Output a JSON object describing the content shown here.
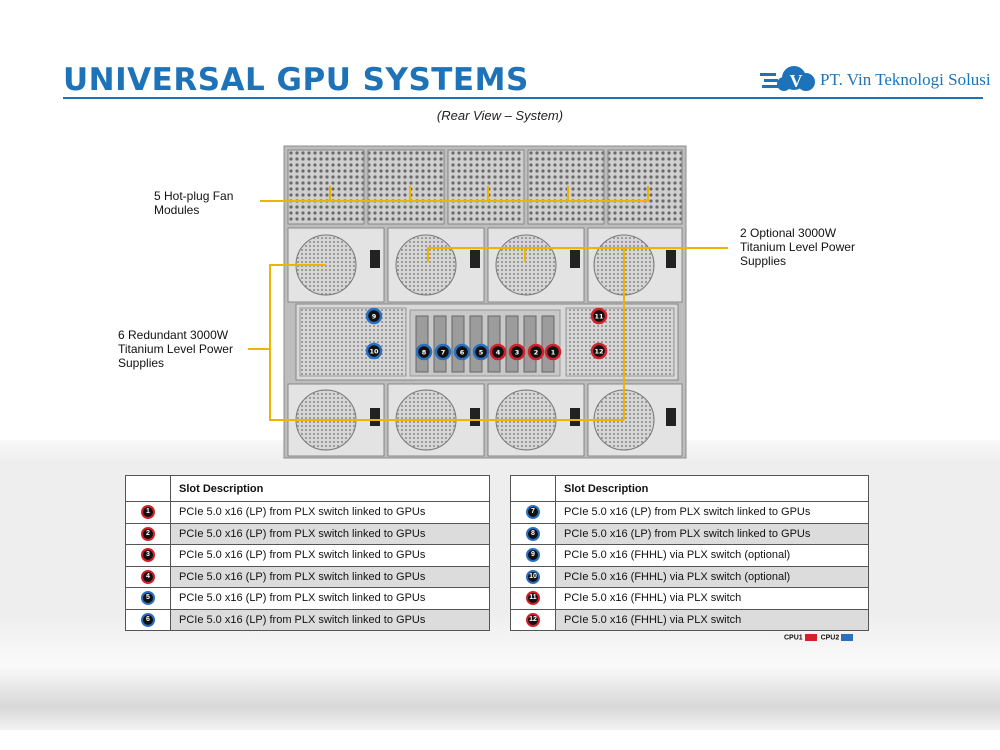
{
  "header": {
    "title": "UNIVERSAL GPU SYSTEMS",
    "company": "PT. Vin Teknologi Solusi",
    "subtitle": "(Rear View – System)"
  },
  "callouts": {
    "fans_line1": "5 Hot-plug Fan",
    "fans_line2": "Modules",
    "optional_line1": "2 Optional 3000W",
    "optional_line2": "Titanium Level Power",
    "optional_line3": "Supplies",
    "redundant_line1": "6 Redundant 3000W",
    "redundant_line2": "Titanium Level Power",
    "redundant_line3": "Supplies"
  },
  "tables": {
    "header": "Slot Description",
    "left": [
      {
        "num": "1",
        "cpu": "CPU1",
        "desc": "PCIe 5.0 x16 (LP) from PLX switch linked to GPUs"
      },
      {
        "num": "2",
        "cpu": "CPU1",
        "desc": "PCIe 5.0 x16 (LP) from PLX switch linked to GPUs"
      },
      {
        "num": "3",
        "cpu": "CPU1",
        "desc": "PCIe 5.0 x16 (LP) from PLX switch linked to GPUs"
      },
      {
        "num": "4",
        "cpu": "CPU1",
        "desc": "PCIe 5.0 x16 (LP) from PLX switch linked to GPUs"
      },
      {
        "num": "5",
        "cpu": "CPU2",
        "desc": "PCIe 5.0 x16 (LP) from PLX switch linked to GPUs"
      },
      {
        "num": "6",
        "cpu": "CPU2",
        "desc": "PCIe 5.0 x16 (LP) from PLX switch linked to GPUs"
      }
    ],
    "right": [
      {
        "num": "7",
        "cpu": "CPU2",
        "desc": "PCIe 5.0 x16 (LP) from PLX switch linked to GPUs"
      },
      {
        "num": "8",
        "cpu": "CPU2",
        "desc": "PCIe 5.0 x16 (LP) from PLX switch linked to GPUs"
      },
      {
        "num": "9",
        "cpu": "CPU2",
        "desc": "PCIe 5.0 x16 (FHHL)  via PLX switch (optional)"
      },
      {
        "num": "10",
        "cpu": "CPU2",
        "desc": "PCIe 5.0 x16 (FHHL)  via PLX switch (optional)"
      },
      {
        "num": "11",
        "cpu": "CPU1",
        "desc": "PCIe 5.0 x16 (FHHL)  via PLX switch"
      },
      {
        "num": "12",
        "cpu": "CPU1",
        "desc": "PCIe 5.0 x16 (FHHL)  via PLX switch"
      }
    ]
  },
  "legend": {
    "cpu1": "CPU1",
    "cpu2": "CPU2"
  },
  "colors": {
    "brand": "#1e73b8",
    "cpu1": "#d4202a",
    "cpu2": "#2a6fc0",
    "callout_line": "#f0b400"
  }
}
